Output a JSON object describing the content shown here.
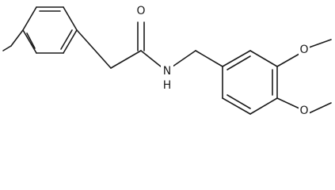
{
  "molecule": {
    "atom_labels": {
      "carbonyl_oxygen": "O",
      "amide_nitrogen": "N",
      "amide_hydrogen": "H",
      "methoxy_oxygen_top": "O",
      "methoxy_oxygen_bottom": "O"
    }
  }
}
